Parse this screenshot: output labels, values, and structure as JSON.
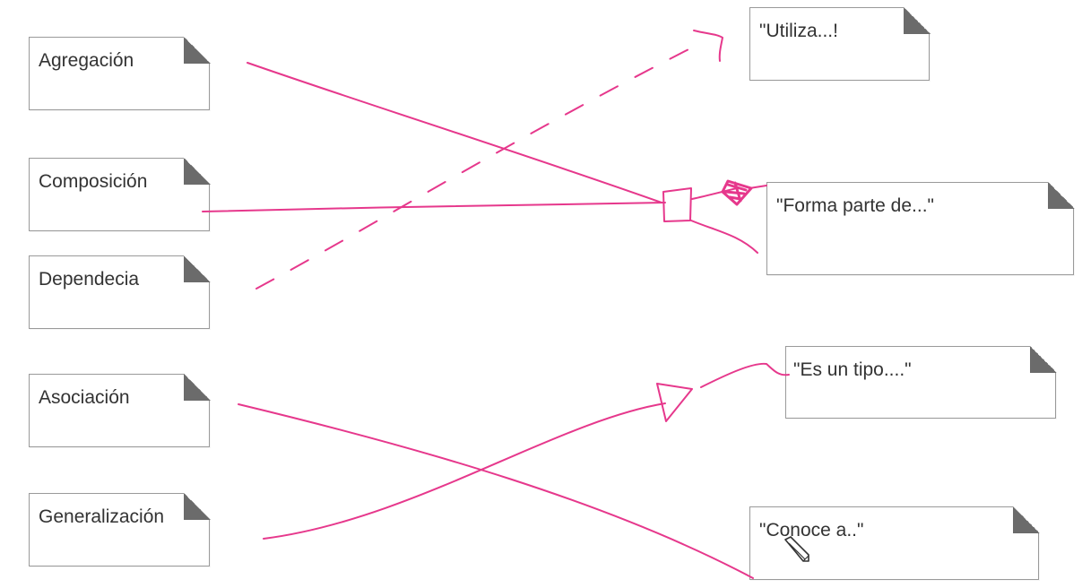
{
  "left_notes": [
    {
      "id": "agregacion",
      "label": "Agregación"
    },
    {
      "id": "composicion",
      "label": "Composición"
    },
    {
      "id": "dependencia",
      "label": "Dependecia"
    },
    {
      "id": "asociacion",
      "label": "Asociación"
    },
    {
      "id": "generalizacion",
      "label": "Generalización"
    }
  ],
  "right_notes": [
    {
      "id": "utiliza",
      "label": "\"Utiliza...!"
    },
    {
      "id": "forma-parte",
      "label": "\"Forma parte de...\""
    },
    {
      "id": "es-un-tipo",
      "label": "\"Es un tipo....\""
    },
    {
      "id": "conoce",
      "label": "\"Conoce a..\""
    }
  ],
  "ink_color": "#e6388c",
  "note_fold_color": "#6b6b6b",
  "cursor_icon": "pencil-cursor-icon"
}
